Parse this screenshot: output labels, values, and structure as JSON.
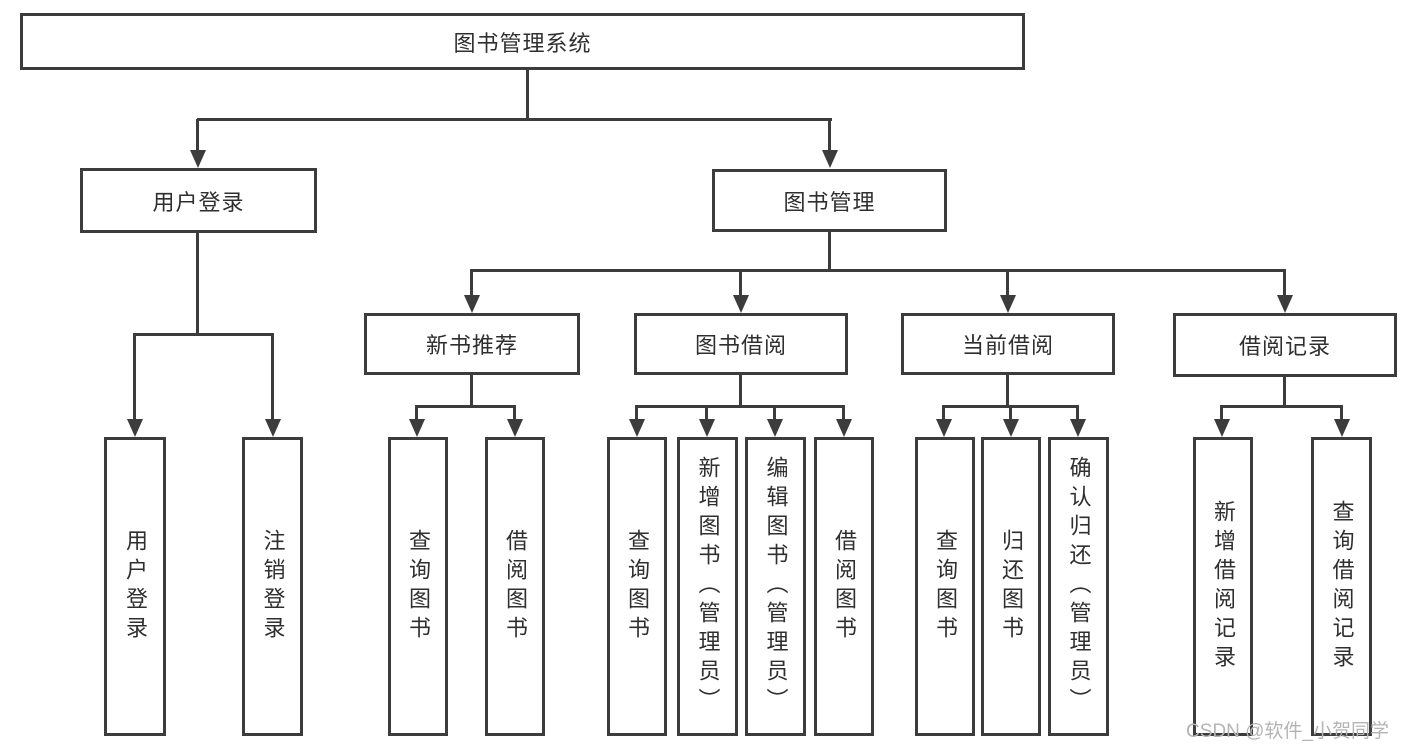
{
  "colors": {
    "line": "#3c3c3c",
    "box_border": "#3c3c3c",
    "text": "#2f2f2f",
    "watermark": "#b4b4b4",
    "background": "#ffffff"
  },
  "watermark": {
    "text": "CSDN @软件_小贺同学"
  },
  "nodes": {
    "root": {
      "label": "图书管理系统"
    },
    "user_login": {
      "label": "用户登录"
    },
    "book_mgmt": {
      "label": "图书管理"
    },
    "new_book_rec": {
      "label": "新书推荐"
    },
    "book_borrow": {
      "label": "图书借阅"
    },
    "current_borrow": {
      "label": "当前借阅"
    },
    "borrow_records": {
      "label": "借阅记录"
    },
    "leaf_user_login": {
      "label": "用户登录"
    },
    "leaf_logout": {
      "label": "注销登录"
    },
    "leaf_query_book_rec": {
      "label": "查询图书"
    },
    "leaf_borrow_book_rec": {
      "label": "借阅图书"
    },
    "leaf_query_book_borrow": {
      "label": "查询图书"
    },
    "leaf_add_book_admin": {
      "label": "新增图书（管理员）"
    },
    "leaf_edit_book_admin": {
      "label": "编辑图书（管理员）"
    },
    "leaf_borrow_book_borrow": {
      "label": "借阅图书"
    },
    "leaf_query_book_current": {
      "label": "查询图书"
    },
    "leaf_return_book": {
      "label": "归还图书"
    },
    "leaf_confirm_return_admin": {
      "label": "确认归还（管理员）"
    },
    "leaf_add_borrow_record": {
      "label": "新增借阅记录"
    },
    "leaf_query_borrow_record": {
      "label": "查询借阅记录"
    }
  }
}
